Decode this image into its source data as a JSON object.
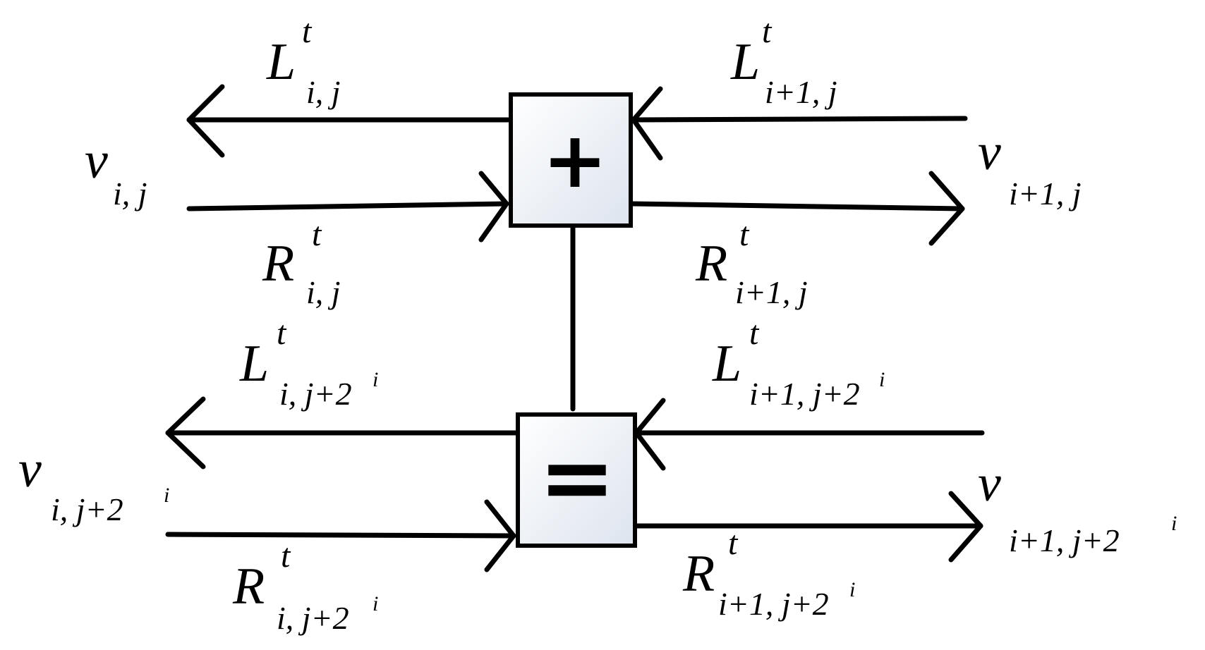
{
  "check_node": {
    "symbol": "+"
  },
  "variable_node": {
    "symbol": "="
  },
  "labels": {
    "L_ij": {
      "base": "L",
      "sup": "t",
      "sub": "i, j"
    },
    "L_i1j": {
      "base": "L",
      "sup": "t",
      "sub": "i+1, j"
    },
    "v_ij": {
      "base": "v",
      "sub": "i, j"
    },
    "v_i1j": {
      "base": "v",
      "sub": "i+1, j"
    },
    "R_ij": {
      "base": "R",
      "sup": "t",
      "sub": "i, j"
    },
    "R_i1j": {
      "base": "R",
      "sup": "t",
      "sub": "i+1, j"
    },
    "L_ij2": {
      "base": "L",
      "sup": "t",
      "sub": "i, j+2",
      "subsup": "i"
    },
    "L_i1j2": {
      "base": "L",
      "sup": "t",
      "sub": "i+1, j+2",
      "subsup": "i"
    },
    "v_ij2": {
      "base": "v",
      "sub": "i, j+2",
      "subsup": "i"
    },
    "v_i1j2": {
      "base": "v",
      "sub": "i+1, j+2",
      "subsup": "i"
    },
    "R_ij2": {
      "base": "R",
      "sup": "t",
      "sub": "i, j+2",
      "subsup": "i"
    },
    "R_i1j2": {
      "base": "R",
      "sup": "t",
      "sub": "i+1, j+2",
      "subsup": "i"
    }
  }
}
